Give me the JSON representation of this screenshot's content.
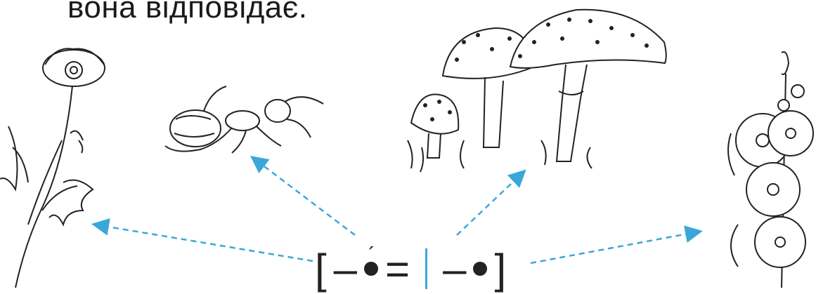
{
  "caption": "вона відповідає.",
  "scheme": {
    "open": "[",
    "dash1": "–",
    "accent": "´",
    "equals": "=",
    "dash2": "–",
    "close": "]"
  },
  "colors": {
    "arrow": "#3ba7d9",
    "ink": "#222222"
  },
  "pictures": [
    "poppy-flower",
    "ant",
    "fly-agaric-mushrooms",
    "mallow-flower"
  ]
}
